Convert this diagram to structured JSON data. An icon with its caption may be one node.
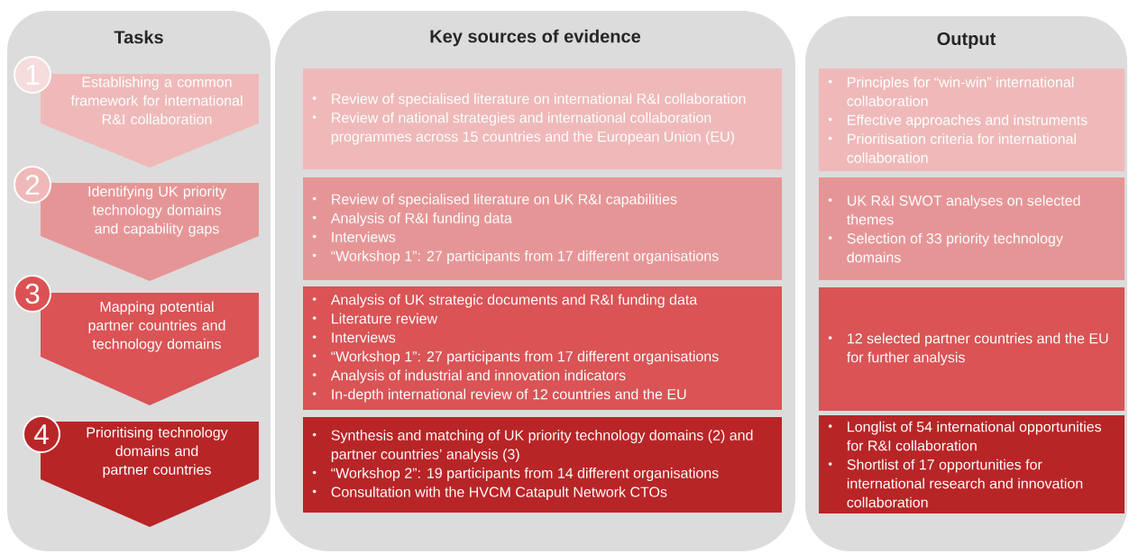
{
  "diagram": {
    "nodes": [
      {
        "text": [
          "Tasks"
        ]
      },
      {
        "text": [
          "1"
        ],
        "in": 0
      },
      {
        "text": [
          "Establishing a common framework for international R&I collaboration"
        ],
        "in": 0
      },
      {
        "text": [
          "2"
        ],
        "in": 0
      },
      {
        "text": [
          "Identifying UK priority technology domains and capability gaps"
        ],
        "in": 0
      },
      {
        "text": [
          "3"
        ],
        "in": 0
      },
      {
        "text": [
          "Mapping potential partner countries and technology domains"
        ],
        "in": 0
      },
      {
        "text": [
          "4"
        ],
        "in": 0
      },
      {
        "text": [
          "Prioritising technology domains and partner countries"
        ],
        "in": 0
      },
      {
        "text": [
          "Key sources of evidence"
        ]
      },
      {
        "text": [
          "Review of specialised literature on international R&I collaboration",
          "Review of national strategies and international collaboration programmes across 15 countries and the European Union (EU)"
        ],
        "in": 9
      },
      {
        "text": [
          "Review of specialised literature on UK R&I capabilities",
          "Analysis of R&I funding data",
          "Interviews",
          "“Workshop 1”: 27 participants from 17 different organisations"
        ],
        "in": 9
      },
      {
        "text": [
          "Analysis of UK strategic documents and R&I funding data",
          "Literature review",
          "Interviews",
          "“Workshop 1”: 27 participants from 17 different organisations",
          "Analysis of industrial and innovation indicators",
          "In-depth international review of 12 countries and the EU"
        ],
        "in": 9
      },
      {
        "text": [
          "Synthesis and matching of UK priority technology domains (2) and partner countries’ analysis (3)",
          "“Workshop 2”: 19 participants from 14 different organisations",
          "Consultation with the HVCM Catapult Network CTOs"
        ],
        "in": 9
      },
      {
        "text": [
          "Output"
        ]
      },
      {
        "text": [
          "Principles for “win-win” international collaboration",
          "Effective approaches and instruments",
          "Prioritisation criteria for international collaboration"
        ],
        "in": 14
      },
      {
        "text": [
          "UK R&I SWOT analyses on selected themes",
          "Selection of 33 priority technology domains"
        ],
        "in": 14
      },
      {
        "text": [
          "12 selected partner countries and the EU for further analysis"
        ],
        "in": 14
      },
      {
        "text": [
          "Longlist of 54 international opportunities for R&I collaboration",
          "Shortlist of 17 opportunities for international research and innovation collaboration"
        ],
        "in": 14
      }
    ]
  }
}
